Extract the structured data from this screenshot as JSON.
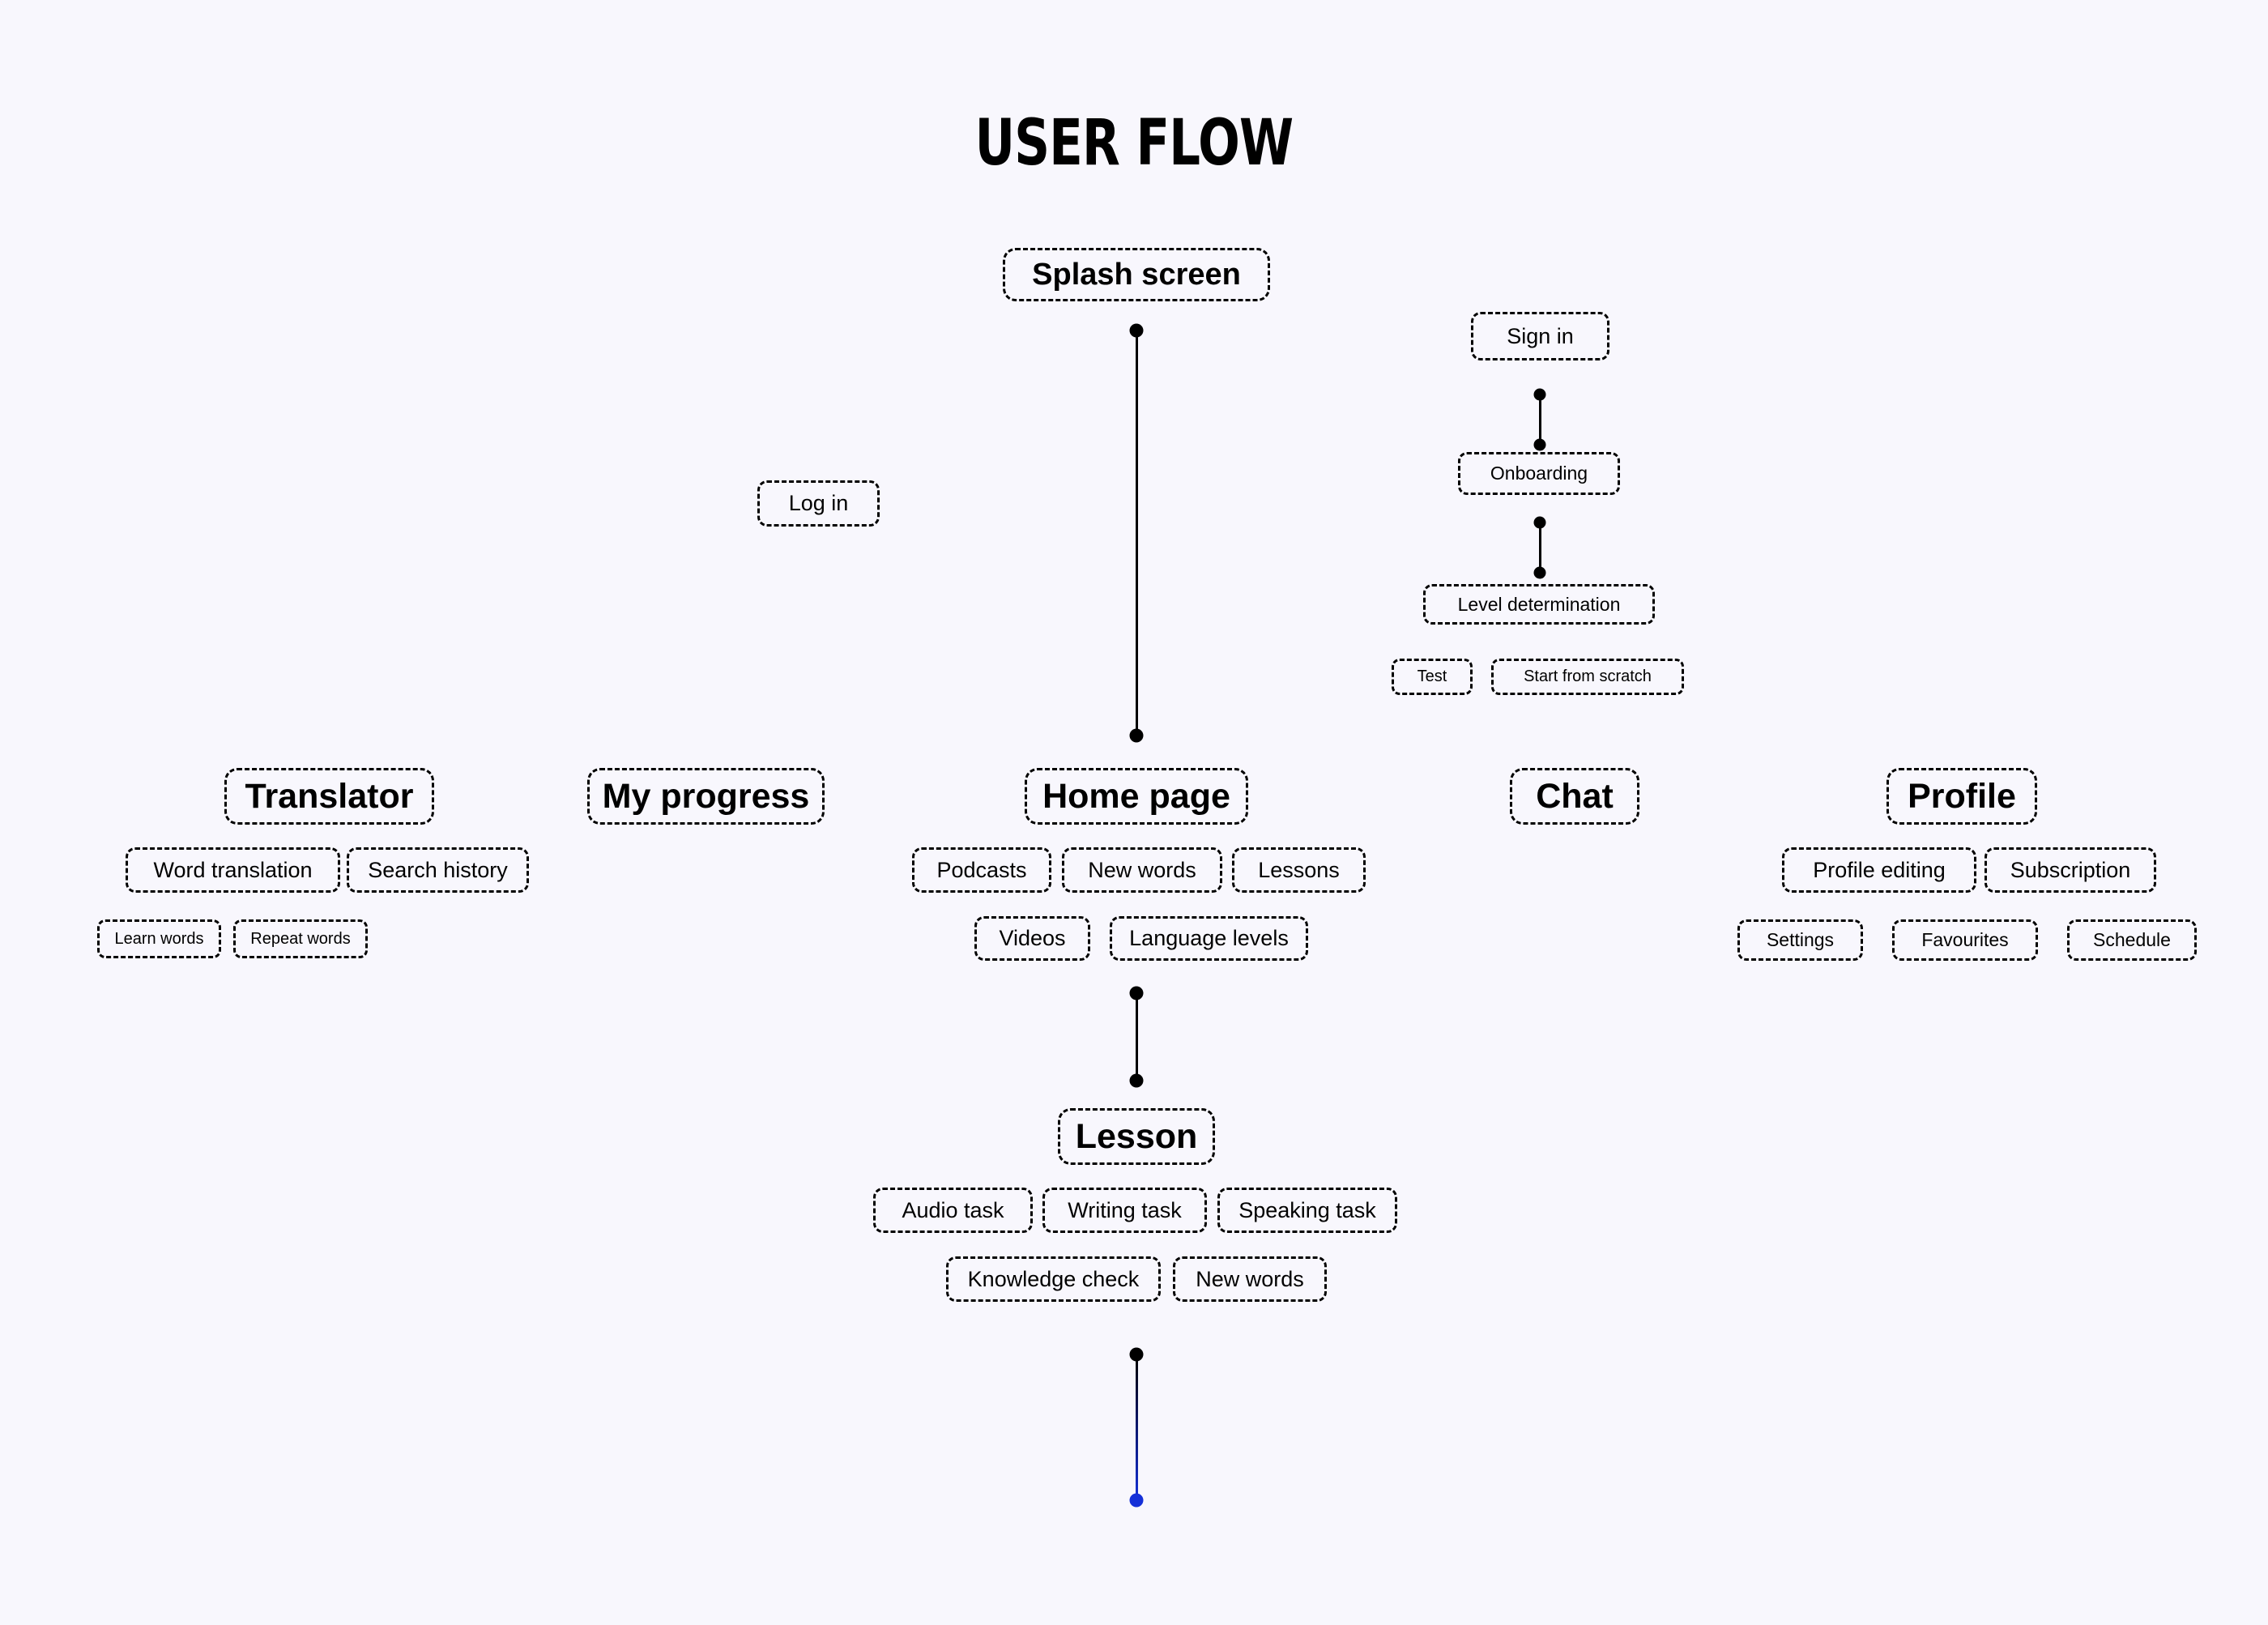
{
  "page": {
    "title": "USER FLOW",
    "background_color": "#f8f7fd",
    "accent_color": "#1530d8",
    "stroke_color": "#000000"
  },
  "nodes": {
    "splash_screen": "Splash screen",
    "log_in": "Log in",
    "sign_in": "Sign in",
    "onboarding": "Onboarding",
    "level_determination": "Level determination",
    "test": "Test",
    "start_from_scratch": "Start from scratch",
    "translator": "Translator",
    "my_progress": "My progress",
    "home_page": "Home page",
    "chat": "Chat",
    "profile": "Profile",
    "lesson": "Lesson"
  },
  "translator_children": {
    "word_translation": "Word translation",
    "search_history": "Search history",
    "learn_words": "Learn words",
    "repeat_words": "Repeat words"
  },
  "home_page_children": {
    "podcasts": "Podcasts",
    "new_words": "New words",
    "lessons": "Lessons",
    "videos": "Videos",
    "language_levels": "Language levels"
  },
  "profile_children": {
    "profile_editing": "Profile editing",
    "subscription": "Subscription",
    "settings": "Settings",
    "favourites": "Favourites",
    "schedule": "Schedule"
  },
  "lesson_children": {
    "audio_task": "Audio task",
    "writing_task": "Writing task",
    "speaking_task": "Speaking task",
    "knowledge_check": "Knowledge check",
    "new_words": "New words"
  }
}
